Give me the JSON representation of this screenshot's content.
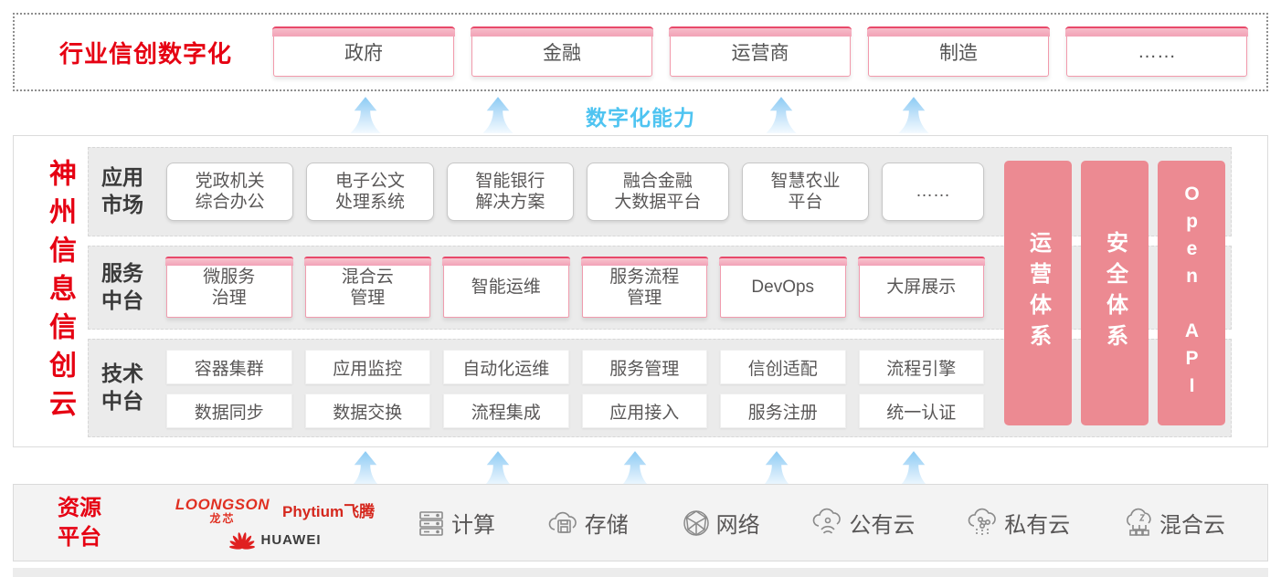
{
  "colors": {
    "red": "#e60012",
    "pink_bar": "#ec8a92",
    "blue": "#4fc4f1"
  },
  "top_band": {
    "title": "行业信创数字化",
    "industries": [
      "政府",
      "金融",
      "运营商",
      "制造",
      "……"
    ]
  },
  "capability_label": "数字化能力",
  "platform": {
    "side_title": "神州信息信创云",
    "app_row": {
      "label_l1": "应用",
      "label_l2": "市场",
      "items": [
        {
          "l1": "党政机关",
          "l2": "综合办公"
        },
        {
          "l1": "电子公文",
          "l2": "处理系统"
        },
        {
          "l1": "智能银行",
          "l2": "解决方案"
        },
        {
          "l1": "融合金融",
          "l2": "大数据平台"
        },
        {
          "l1": "智慧农业",
          "l2": "平台"
        },
        {
          "l1": "……"
        }
      ]
    },
    "service_row": {
      "label_l1": "服务",
      "label_l2": "中台",
      "items": [
        {
          "l1": "微服务",
          "l2": "治理"
        },
        {
          "l1": "混合云",
          "l2": "管理"
        },
        {
          "l1": "智能运维"
        },
        {
          "l1": "服务流程",
          "l2": "管理"
        },
        {
          "l1": "DevOps"
        },
        {
          "l1": "大屏展示"
        }
      ]
    },
    "tech_row": {
      "label_l1": "技术",
      "label_l2": "中台",
      "row1": [
        "容器集群",
        "应用监控",
        "自动化运维",
        "服务管理",
        "信创适配",
        "流程引擎"
      ],
      "row2": [
        "数据同步",
        "数据交换",
        "流程集成",
        "应用接入",
        "服务注册",
        "统一认证"
      ]
    },
    "side_bars": [
      "运营体系",
      "安全体系",
      "Open API"
    ]
  },
  "resources": {
    "label_l1": "资源",
    "label_l2": "平台",
    "vendors": {
      "loongson": "LOONGSON",
      "loongson_cn": "龙芯",
      "phytium": "Phytium飞腾",
      "huawei": "HUAWEI"
    },
    "items": [
      {
        "icon": "compute-icon",
        "label": "计算"
      },
      {
        "icon": "storage-icon",
        "label": "存储"
      },
      {
        "icon": "network-icon",
        "label": "网络"
      },
      {
        "icon": "public-cloud-icon",
        "label": "公有云"
      },
      {
        "icon": "private-cloud-icon",
        "label": "私有云"
      },
      {
        "icon": "hybrid-cloud-icon",
        "label": "混合云"
      }
    ]
  }
}
